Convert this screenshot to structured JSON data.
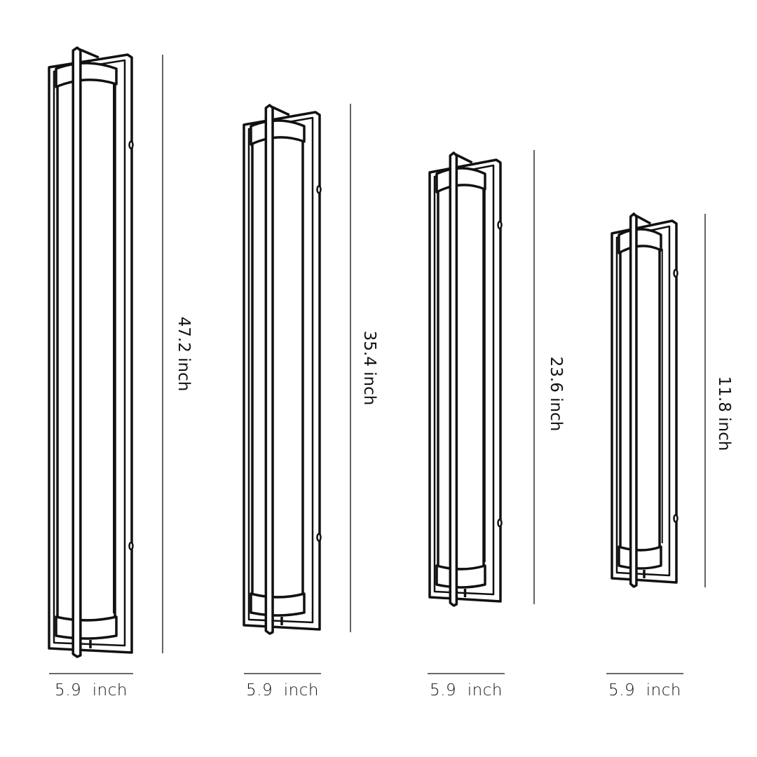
{
  "fixtures": [
    {
      "height_label": "47.2 inch",
      "width_label": "5.9  inch"
    },
    {
      "height_label": "35.4 inch",
      "width_label": "5.9  inch"
    },
    {
      "height_label": "23.6 inch",
      "width_label": "5.9  inch"
    },
    {
      "height_label": "11.8 inch",
      "width_label": "5.9  inch"
    }
  ],
  "colors": {
    "line": "#111111",
    "background": "#ffffff"
  }
}
